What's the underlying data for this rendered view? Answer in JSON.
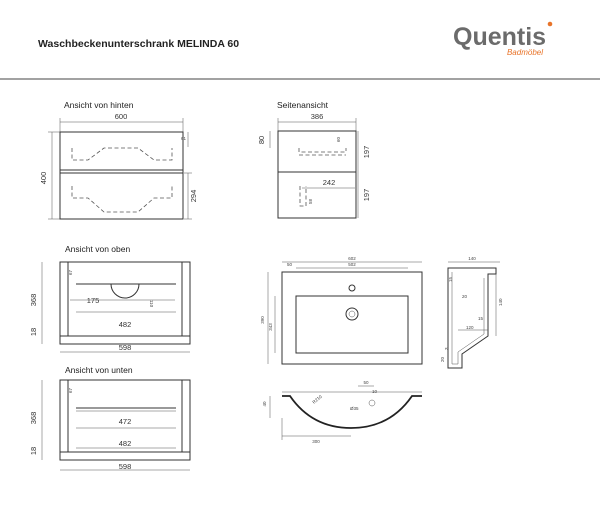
{
  "header": {
    "title": "Waschbeckenunterschrank MELINDA 60",
    "logo_name": "Quentis",
    "logo_sub": "Badmöbel",
    "brand_color": "#e8742a"
  },
  "views": {
    "back": {
      "label": "Ansicht von hinten",
      "width": "600",
      "height": "400",
      "top_small": "61",
      "right_lower": "294"
    },
    "side": {
      "label": "Seitenansicht",
      "depth": "386",
      "left_top": "80",
      "inner_top": "60",
      "right_top": "197",
      "right_bottom": "197",
      "inner_width": "242",
      "inner_height": "58"
    },
    "top": {
      "label": "Ansicht von oben",
      "depth": "368",
      "lower": "18",
      "corner": "67",
      "left_inner": "175",
      "cutout": "110",
      "inner_width": "482",
      "width": "598"
    },
    "bottom": {
      "label": "Ansicht von unten",
      "depth": "368",
      "lower": "18",
      "corner": "67",
      "inner_a": "472",
      "inner_b": "482",
      "width": "598"
    },
    "basin_top": {
      "outer": "602",
      "inner": "502",
      "margin": "50",
      "depth": "390",
      "inner_depth": "343"
    },
    "basin_section": {
      "radius": "R210",
      "hole": "Ø35",
      "a": "50",
      "b": "10",
      "height": "40",
      "width": "300"
    },
    "basin_profile": {
      "top_w": "140",
      "top_h": "15",
      "mid_h": "140",
      "bottom_w": "120",
      "small_a": "20",
      "small_b": "3",
      "small_c": "20",
      "small_d": "15"
    }
  }
}
